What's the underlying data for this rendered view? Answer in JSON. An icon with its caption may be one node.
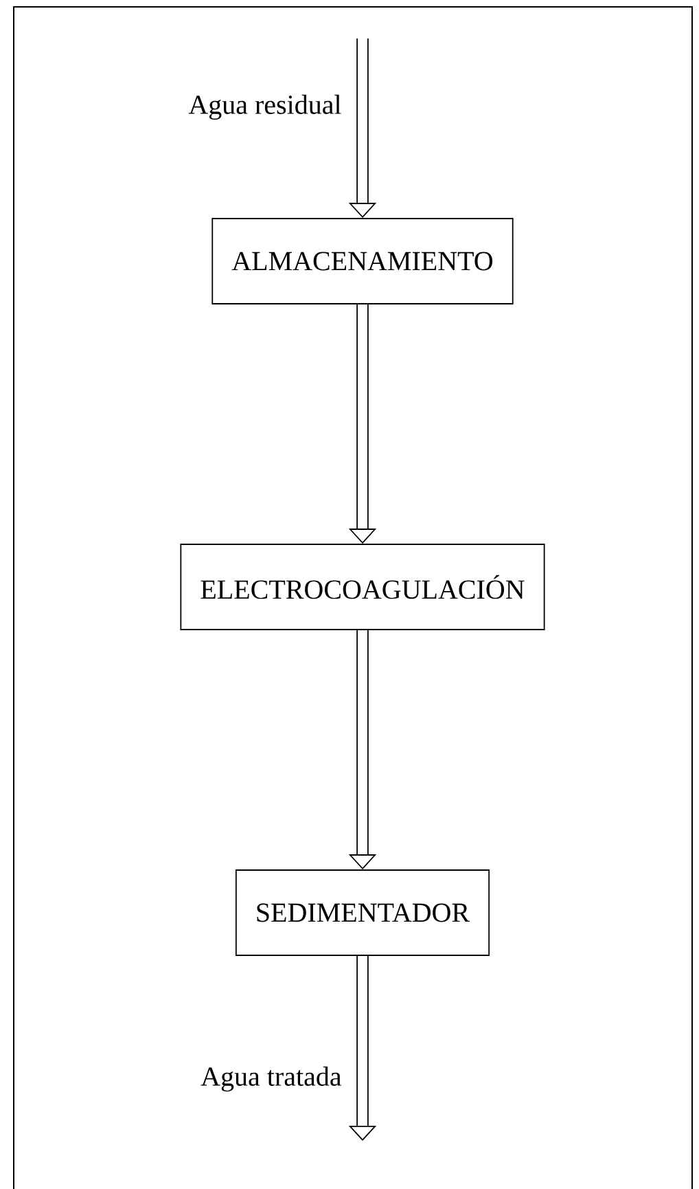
{
  "diagram": {
    "nodes": [
      {
        "text": [
          "ALMACENAMIENTO"
        ]
      },
      {
        "text": [
          "ELECTROCOAGULACIÓN"
        ]
      },
      {
        "text": [
          "SEDIMENTADOR"
        ]
      }
    ],
    "edges": [
      {
        "from": null,
        "to": 0,
        "arrow": "to",
        "label": "Agua residual"
      },
      {
        "from": 0,
        "to": 1,
        "arrow": "to"
      },
      {
        "from": 1,
        "to": 2,
        "arrow": "to"
      },
      {
        "from": 2,
        "to": null,
        "arrow": "to",
        "label": "Agua tratada"
      }
    ]
  }
}
